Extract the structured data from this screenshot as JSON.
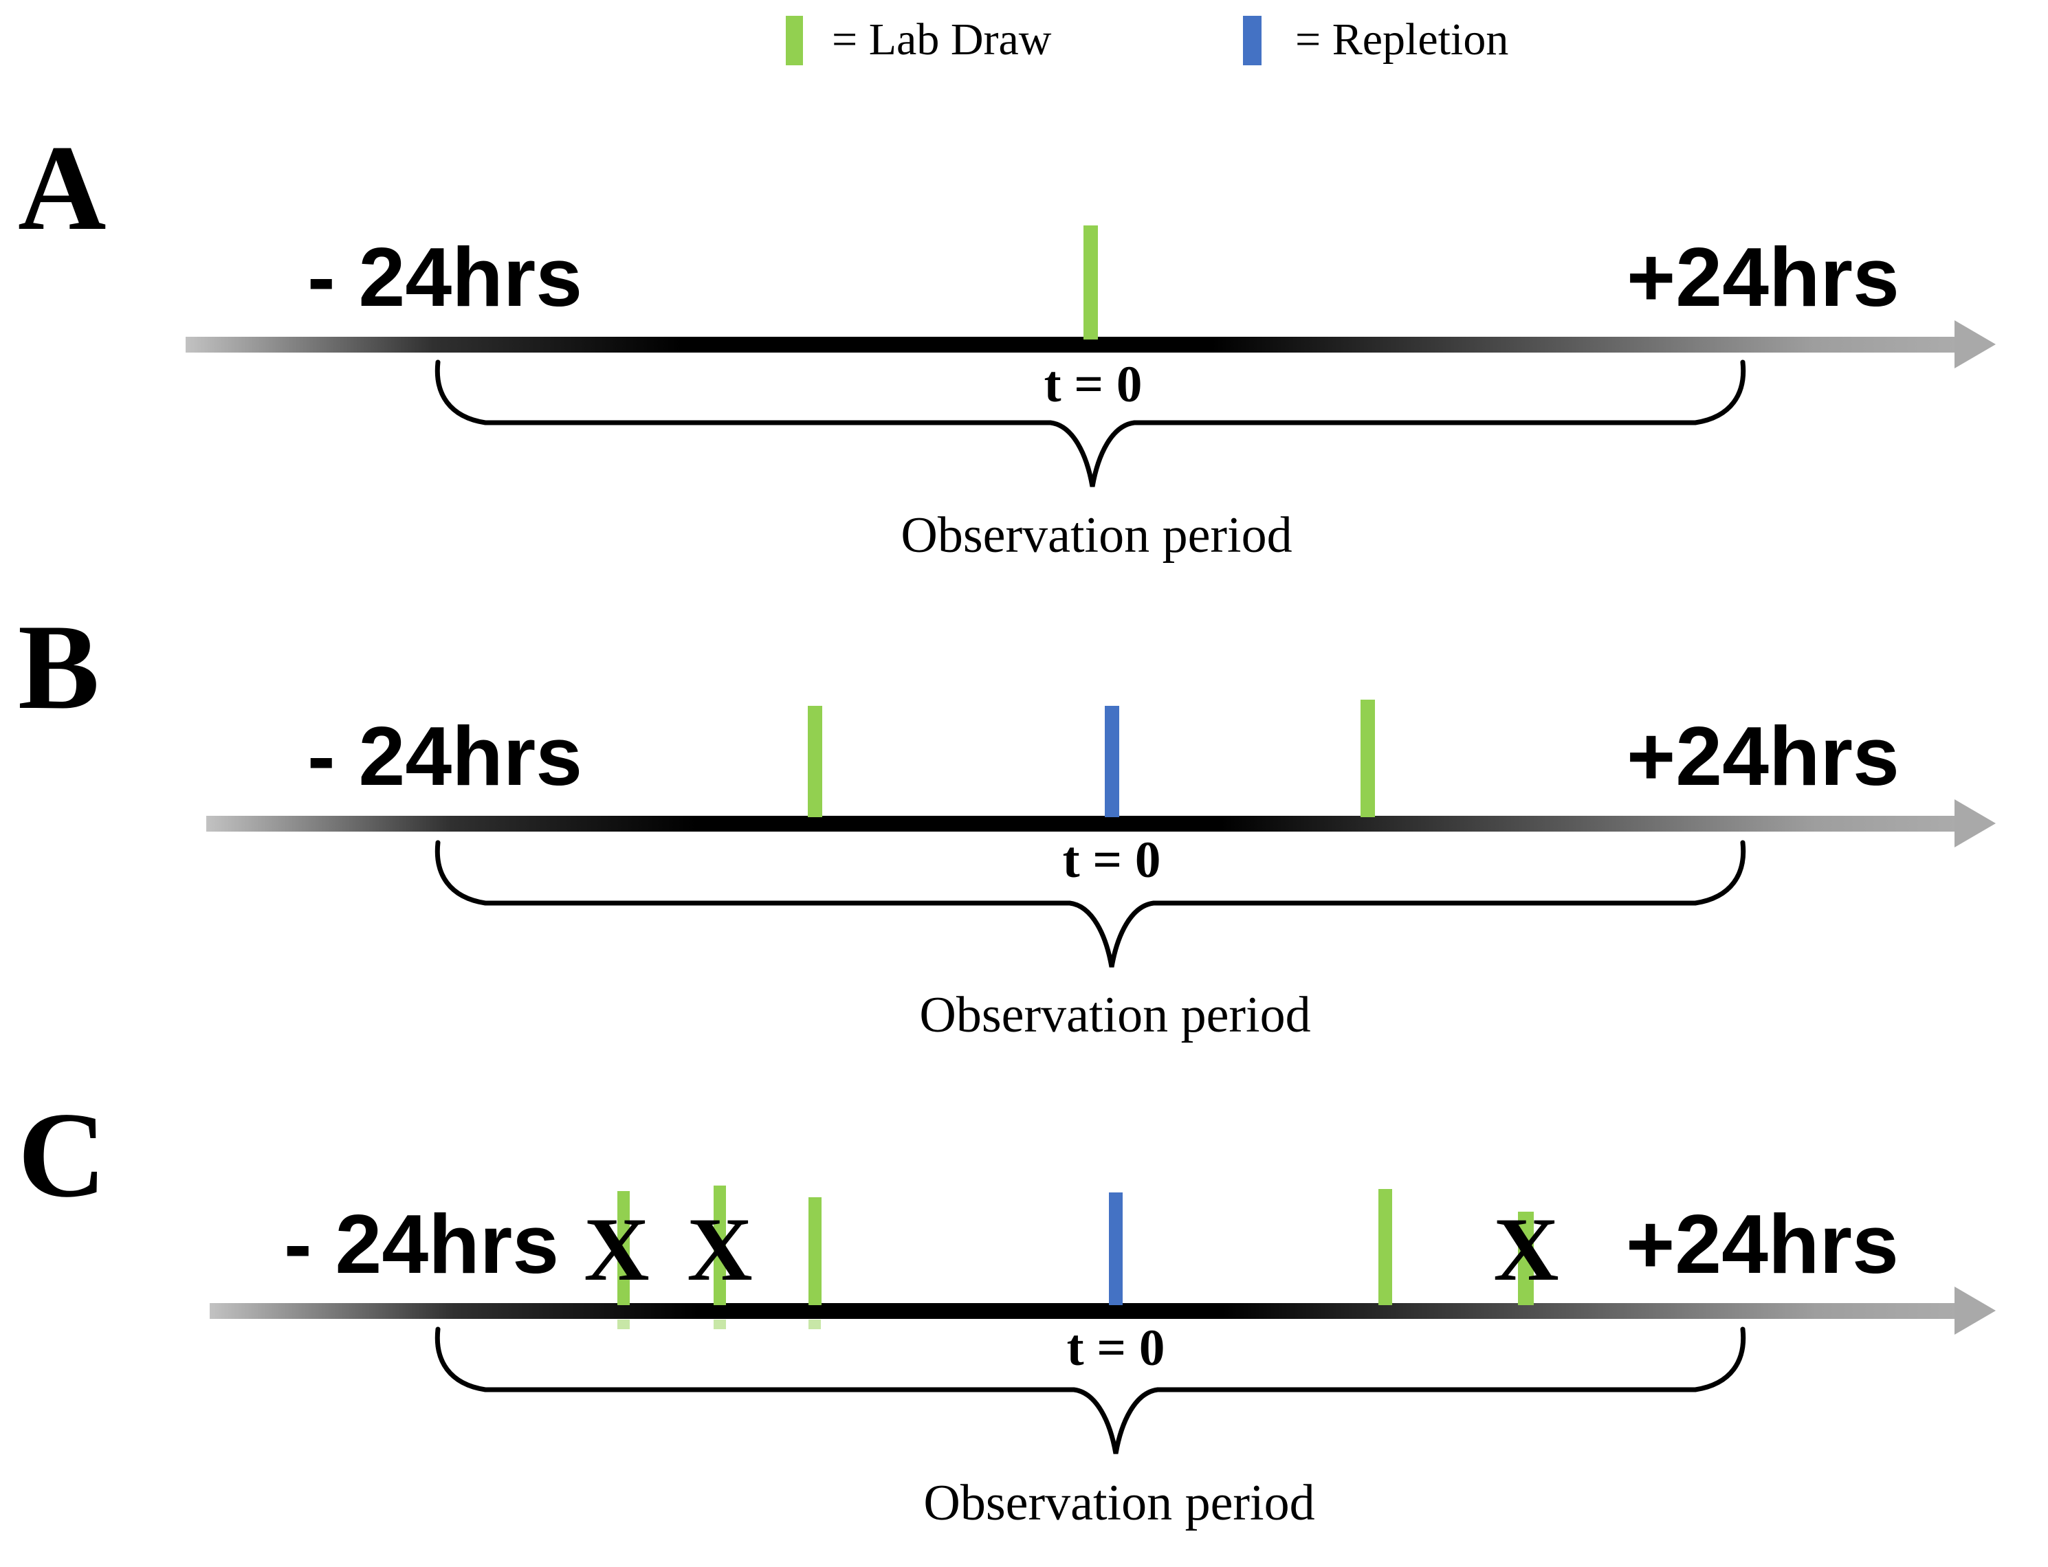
{
  "legend": {
    "lab_draw_label": "= Lab Draw",
    "lab_draw_color": "#92d050",
    "repletion_label": "= Repletion",
    "repletion_color": "#4472c4"
  },
  "labels": {
    "x_mark": "X"
  },
  "sections": [
    {
      "letter": "A",
      "left_time_label": "- 24hrs",
      "right_time_label": "+24hrs",
      "t0_label": "t = 0",
      "brace_label": "Observation period",
      "ticks": [
        {
          "type": "lab_draw",
          "crossed_out": false
        }
      ]
    },
    {
      "letter": "B",
      "left_time_label": "- 24hrs",
      "right_time_label": "+24hrs",
      "t0_label": "t = 0",
      "brace_label": "Observation period",
      "ticks": [
        {
          "type": "lab_draw",
          "crossed_out": false
        },
        {
          "type": "repletion",
          "crossed_out": false
        },
        {
          "type": "lab_draw",
          "crossed_out": false
        }
      ]
    },
    {
      "letter": "C",
      "left_time_label": "- 24hrs",
      "right_time_label": "+24hrs",
      "t0_label": "t = 0",
      "brace_label": "Observation period",
      "ticks": [
        {
          "type": "lab_draw",
          "crossed_out": true
        },
        {
          "type": "lab_draw",
          "crossed_out": true
        },
        {
          "type": "lab_draw",
          "crossed_out": false
        },
        {
          "type": "repletion",
          "crossed_out": false
        },
        {
          "type": "lab_draw",
          "crossed_out": false
        },
        {
          "type": "lab_draw",
          "crossed_out": true
        }
      ]
    }
  ]
}
